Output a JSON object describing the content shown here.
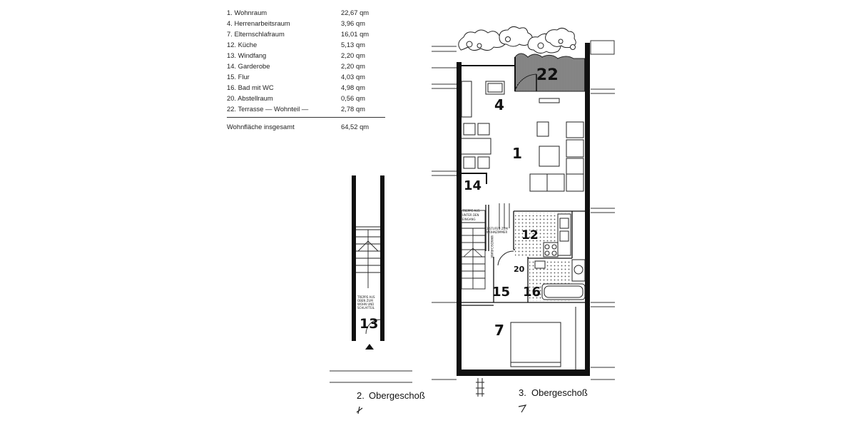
{
  "legend": {
    "rooms": [
      {
        "no": "1.",
        "name": "Wohnraum",
        "area": "22,67 qm"
      },
      {
        "no": "4.",
        "name": "Herrenarbeitsraum",
        "area": "3,96 qm"
      },
      {
        "no": "7.",
        "name": "Elternschlafraum",
        "area": "16,01 qm"
      },
      {
        "no": "12.",
        "name": "Küche",
        "area": "5,13 qm"
      },
      {
        "no": "13.",
        "name": "Windfang",
        "area": "2,20 qm"
      },
      {
        "no": "14.",
        "name": "Garderobe",
        "area": "2,20 qm"
      },
      {
        "no": "15.",
        "name": "Flur",
        "area": "4,03 qm"
      },
      {
        "no": "16.",
        "name": "Bad mit WC",
        "area": "4,98 qm"
      },
      {
        "no": "20.",
        "name": "Abstellraum",
        "area": "0,56 qm"
      },
      {
        "no": "22.",
        "name": "Terrasse — Wohnteil —",
        "area": "2,78 qm"
      }
    ],
    "total_label": "Wohnfläche insgesamt",
    "total_area": "64,52 qm"
  },
  "room_numbers": {
    "r22": "22",
    "r4": "4",
    "r1": "1",
    "r14": "14",
    "r12": "12",
    "r20": "20",
    "r15": "15",
    "r16": "16",
    "r7": "7",
    "r13": "13"
  },
  "notes": {
    "stair_upper_1": "TREPPE AUS",
    "stair_upper_2": "UNTER DEN",
    "stair_upper_3": "EINGANG",
    "steps_1": "3 STUFEN ZUM",
    "steps_2": "WOHNZIMMER",
    "stair_vertical": "WANDSCHRANK",
    "stair_lower_1": "TREPPE AUS",
    "stair_lower_2": "OBEN ZUM",
    "stair_lower_3": "WOHN UND",
    "stair_lower_4": "SCHLAFTEIL"
  },
  "floor_labels": {
    "left_number": "2.",
    "left_label": "Obergeschoß",
    "right_number": "3.",
    "right_label": "Obergeschoß"
  }
}
